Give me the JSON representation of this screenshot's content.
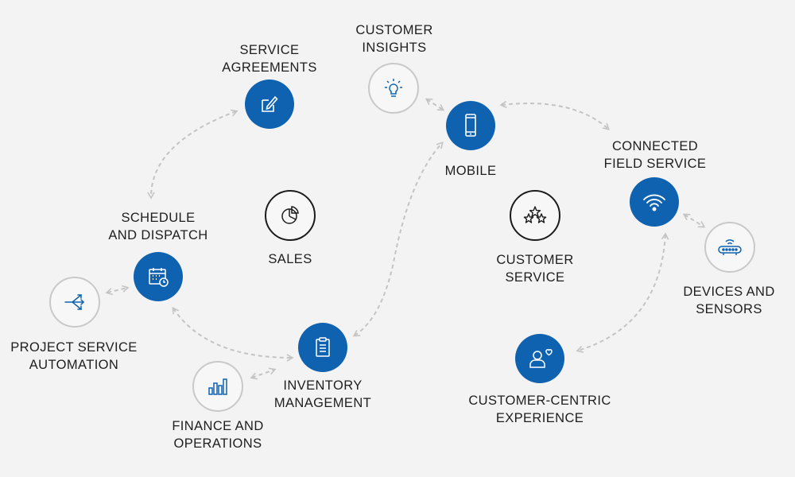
{
  "colors": {
    "primary_blue": "#0f62b0",
    "connector_gray": "#c4c4c4",
    "neutral_border": "#c9c9c9",
    "dark_border": "#1c1c1c",
    "background": "#f3f3f3"
  },
  "nodes": {
    "service_agreements": {
      "lines": [
        "SERVICE",
        "AGREEMENTS"
      ],
      "icon": "edit-icon",
      "style": "primary"
    },
    "customer_insights": {
      "lines": [
        "CUSTOMER",
        "INSIGHTS"
      ],
      "icon": "lightbulb-icon",
      "style": "secondary"
    },
    "mobile": {
      "lines": [
        "MOBILE"
      ],
      "icon": "mobile-phone-icon",
      "style": "primary"
    },
    "connected_field_service": {
      "lines": [
        "CONNECTED",
        "FIELD SERVICE"
      ],
      "icon": "wifi-icon",
      "style": "primary"
    },
    "schedule_dispatch": {
      "lines": [
        "SCHEDULE",
        "AND DISPATCH"
      ],
      "icon": "calendar-clock-icon",
      "style": "primary"
    },
    "sales": {
      "lines": [
        "SALES"
      ],
      "icon": "pie-chart-icon",
      "style": "core"
    },
    "customer_service": {
      "lines": [
        "CUSTOMER",
        "SERVICE"
      ],
      "icon": "stars-icon",
      "style": "core"
    },
    "devices_sensors": {
      "lines": [
        "DEVICES AND",
        "SENSORS"
      ],
      "icon": "sensor-device-icon",
      "style": "secondary"
    },
    "project_service_automation": {
      "lines": [
        "PROJECT SERVICE",
        "AUTOMATION"
      ],
      "icon": "branch-arrows-icon",
      "style": "secondary"
    },
    "inventory_management": {
      "lines": [
        "INVENTORY",
        "MANAGEMENT"
      ],
      "icon": "clipboard-icon",
      "style": "primary"
    },
    "customer_centric_experience": {
      "lines": [
        "CUSTOMER-CENTRIC",
        "EXPERIENCE"
      ],
      "icon": "person-heart-icon",
      "style": "primary"
    },
    "finance_operations": {
      "lines": [
        "FINANCE AND",
        "OPERATIONS"
      ],
      "icon": "bar-chart-icon",
      "style": "secondary"
    }
  }
}
